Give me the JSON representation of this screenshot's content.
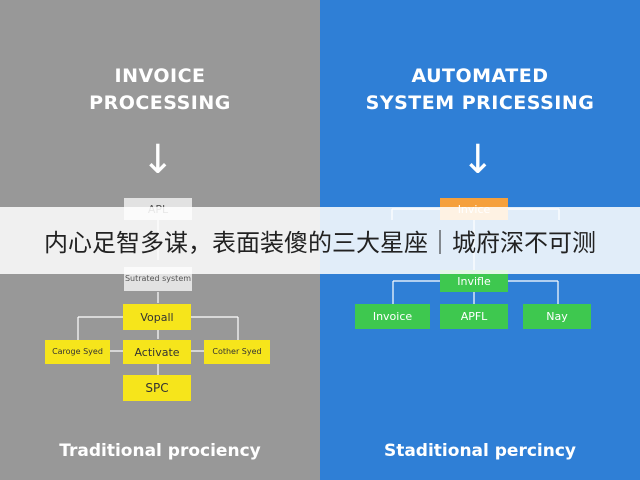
{
  "left": {
    "title_line1": "INVOICE",
    "title_line2": "PROCESSING",
    "nodes": {
      "apl": "APL",
      "automated_system": "Sutrated system",
      "vopall": "Vopall",
      "category_left": "Caroge Syed",
      "activate": "Activate",
      "category_right": "Cother Syed",
      "spc": "SPC"
    },
    "footer": "Traditional prociency"
  },
  "right": {
    "title_line1": "AUTOMATED",
    "title_line2": "SYSTEM PRICESSING",
    "nodes": {
      "invoice_top": "Invice",
      "invoice_mid": "Invifle",
      "invoice_bottom": "Invoice",
      "apfl": "APFL",
      "nay": "Nay"
    },
    "footer": "Staditional percincy"
  },
  "banner": "内心足智多谋，表面装傻的三大星座｜城府深不可测",
  "colors": {
    "left_bg": "#989898",
    "right_bg": "#2f7fd6",
    "yellow": "#f6e51b",
    "green": "#3ec84f",
    "orange": "#f5a03c"
  },
  "icons": [
    "down-arrow-icon",
    "down-arrow-icon"
  ]
}
